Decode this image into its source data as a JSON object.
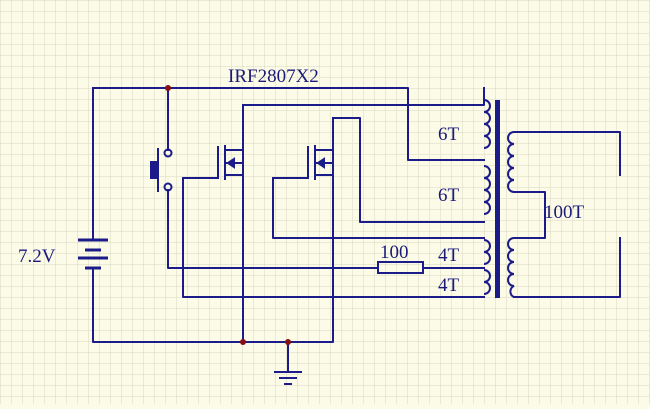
{
  "colors": {
    "background": "#fbfbe7",
    "grid": "#d9d9c0",
    "wire": "#1b1b8a",
    "junction": "#8a1010"
  },
  "labels": {
    "title": "IRF2807X2",
    "battery": "7.2V",
    "resistor": "100",
    "winding_top": "6T",
    "winding_mid": "6T",
    "winding_low1": "4T",
    "winding_low2": "4T",
    "secondary": "100T"
  },
  "components": [
    "battery",
    "push-switch",
    "mosfet-1",
    "mosfet-2",
    "resistor",
    "transformer",
    "ground"
  ]
}
